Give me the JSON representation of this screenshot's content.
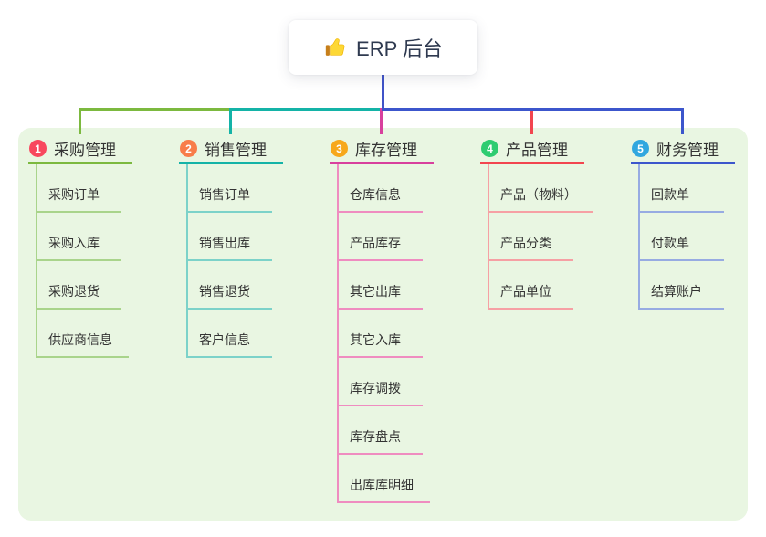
{
  "root": {
    "icon": "thumbs-up",
    "title": "ERP 后台"
  },
  "branches": [
    {
      "num": "1",
      "label": "采购管理",
      "badge_color": "#f8485e",
      "line_color": "#7cb93f",
      "light_line_color": "#a9d48b",
      "children": [
        "采购订单",
        "采购入库",
        "采购退货",
        "供应商信息"
      ]
    },
    {
      "num": "2",
      "label": "销售管理",
      "badge_color": "#f87d4a",
      "line_color": "#14b3a7",
      "light_line_color": "#7cd2c9",
      "children": [
        "销售订单",
        "销售出库",
        "销售退货",
        "客户信息"
      ]
    },
    {
      "num": "3",
      "label": "库存管理",
      "badge_color": "#f7a81b",
      "line_color": "#d8409d",
      "light_line_color": "#ef8cc0",
      "children": [
        "仓库信息",
        "产品库存",
        "其它出库",
        "其它入库",
        "库存调拨",
        "库存盘点",
        "出库库明细"
      ]
    },
    {
      "num": "4",
      "label": "产品管理",
      "badge_color": "#2ecc71",
      "line_color": "#f2454f",
      "light_line_color": "#f6a0a4",
      "children": [
        "产品（物料）",
        "产品分类",
        "产品单位"
      ]
    },
    {
      "num": "5",
      "label": "财务管理",
      "badge_color": "#31a7df",
      "line_color": "#3c56cc",
      "light_line_color": "#97abe2",
      "children": [
        "回款单",
        "付款单",
        "结算账户"
      ]
    }
  ],
  "colors": {
    "canvas_bg": "#ffffff",
    "panel_bg": "#e9f6e2",
    "stem": "#4053c8",
    "root_text": "#2f3a50",
    "node_text": "#333333"
  }
}
